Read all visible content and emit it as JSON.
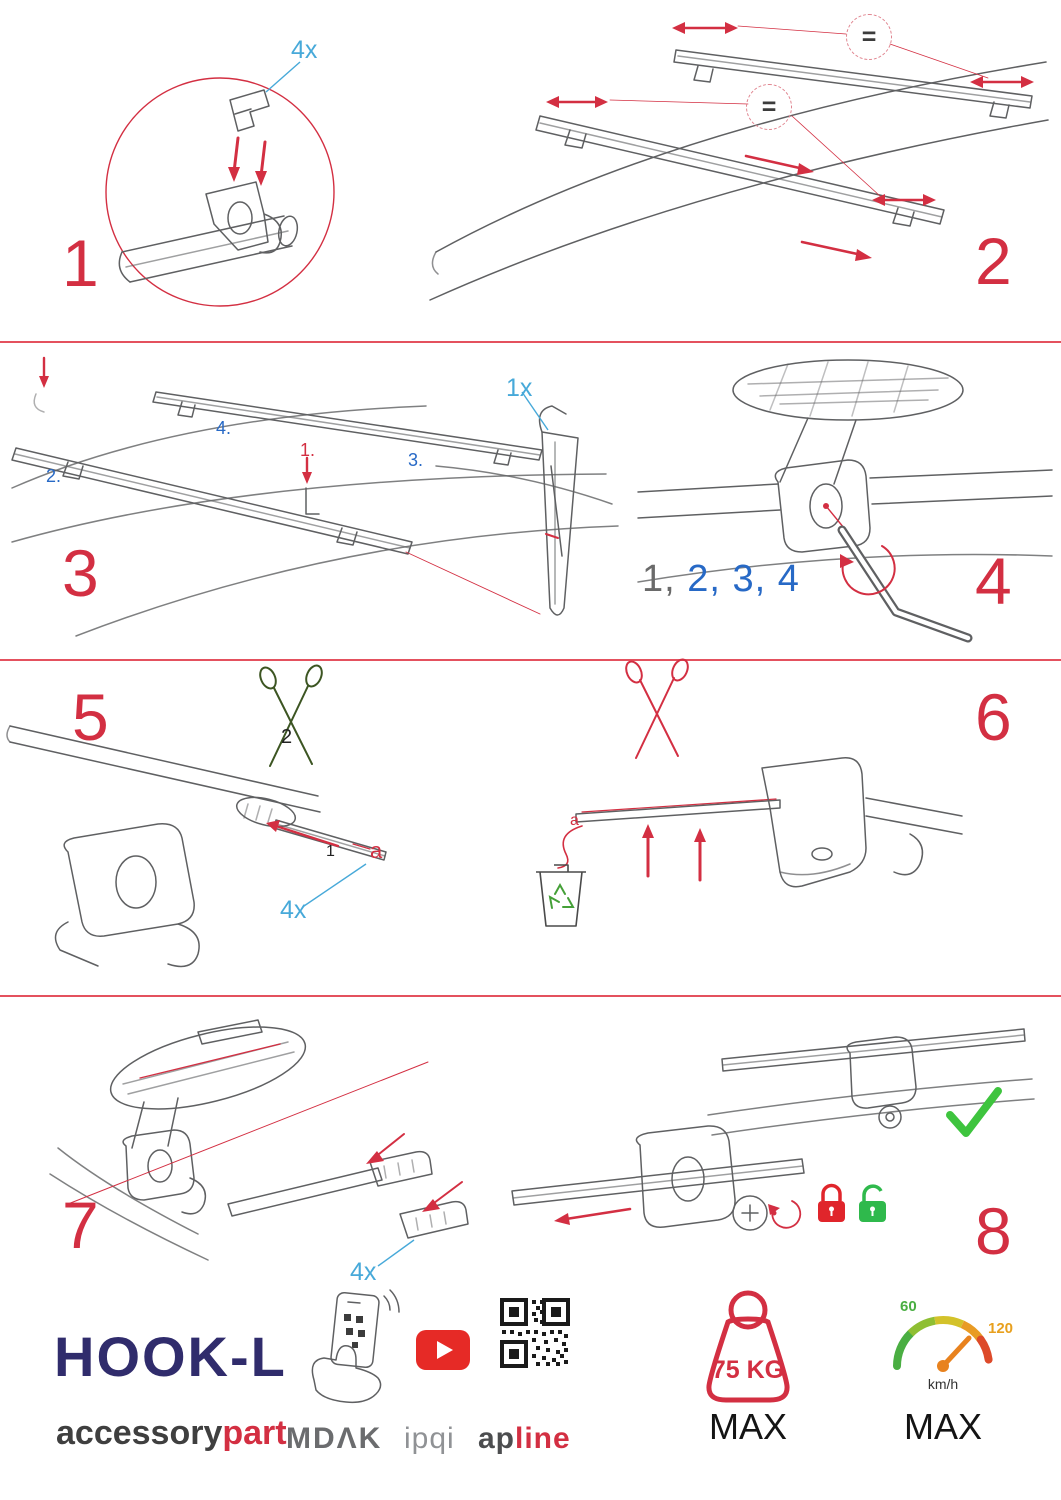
{
  "colors": {
    "accent_red": "#d32f42",
    "label_blue": "#47a9d9",
    "sequence_blue": "#2769c6",
    "line_gray": "#5f6062",
    "check_green": "#3ec43e",
    "lock_red": "#e0252b",
    "lock_green": "#2fb94c",
    "brand_navy": "#302c6c",
    "logo_gray": "#6b6c6e"
  },
  "steps": {
    "step1": {
      "number": "1",
      "quantity": "4x"
    },
    "step2": {
      "number": "2",
      "equal_top": "=",
      "equal_bottom": "="
    },
    "step3": {
      "number": "3",
      "quantity": "1x",
      "order": {
        "first": "1.",
        "second": "2.",
        "third": "3.",
        "fourth": "4."
      }
    },
    "step4": {
      "number": "4",
      "sequence_first": "1,",
      "sequence_rest": "2, 3, 4"
    },
    "step5": {
      "number": "5",
      "quantity": "4x",
      "cut_label": "2",
      "insert_label": "1",
      "part_label": "a"
    },
    "step6": {
      "number": "6",
      "part_label": "a"
    },
    "step7": {
      "number": "7",
      "quantity": "4x"
    },
    "step8": {
      "number": "8"
    }
  },
  "icons": {
    "step5": [
      "scissors-icon"
    ],
    "step6": [
      "scissors-icon",
      "trash-recycle-icon"
    ],
    "step8": [
      "lock-closed-icon",
      "lock-open-icon",
      "check-icon"
    ],
    "footer": [
      "phone-scan-icon",
      "youtube-icon",
      "qr-code-icon",
      "weight-limit-icon",
      "speedometer-icon"
    ]
  },
  "footer": {
    "product_name": "HOOK-L",
    "brand_name": "accessory",
    "brand_suffix": "part",
    "logo_mdak": "MDΛK",
    "logo_ipqi": "ipqi",
    "logo_ap": "ap",
    "logo_line": "line",
    "weight_limit": "75 KG",
    "weight_max_label": "MAX",
    "speed_min": "60",
    "speed_max_value": "120",
    "speed_unit": "km/h",
    "speed_max_label": "MAX"
  }
}
